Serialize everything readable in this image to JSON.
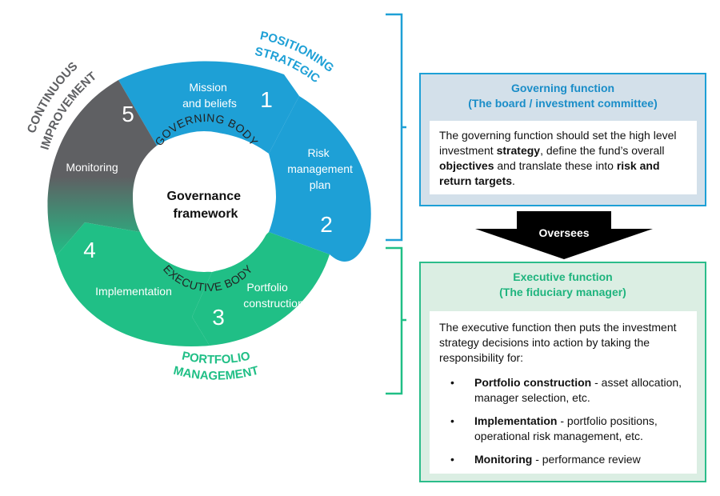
{
  "cycle": {
    "segments": [
      {
        "number": "1",
        "label_lines": [
          "Mission",
          "and beliefs"
        ],
        "color": "#1ea0d6"
      },
      {
        "number": "2",
        "label_lines": [
          "Risk",
          "management",
          "plan"
        ],
        "color": "#1ea0d6"
      },
      {
        "number": "3",
        "label_lines": [
          "Portfolio",
          "construction"
        ],
        "color": "#20bf86"
      },
      {
        "number": "4",
        "label_lines": [
          "Implementation"
        ],
        "color": "#20bf86"
      },
      {
        "number": "5",
        "label_lines": [
          "Monitoring"
        ],
        "color": "#5f6063"
      }
    ],
    "center_lines": [
      "Governance",
      "framework"
    ],
    "inner_top_label": "GOVERNING BODY",
    "inner_bottom_label": "EXECUTIVE BODY",
    "outer_labels": {
      "strategic_positioning": [
        "STRATEGIC",
        "POSITIONING"
      ],
      "portfolio_management": [
        "PORTFOLIO",
        "MANAGEMENT"
      ],
      "continuous_improvement": [
        "CONTINUOUS",
        "IMPROVEMENT"
      ]
    }
  },
  "governing": {
    "title_line1": "Governing function",
    "title_line2": "(The board / investment committee)",
    "body_part1": "The governing function should set the high level investment ",
    "body_bold1": "strategy",
    "body_part2": ", define the fund’s overall ",
    "body_bold2": "objectives",
    "body_part3": " and translate these into ",
    "body_bold3": "risk and return targets",
    "body_part4": "."
  },
  "arrow_label": "Oversees",
  "executive": {
    "title_line1": "Executive function",
    "title_line2": "(The fiduciary manager)",
    "intro": "The executive function then puts the investment strategy decisions into action by taking the responsibility for:",
    "bullet_char": "•",
    "bullets": [
      {
        "bold": "Portfolio construction",
        "rest": " - asset allocation, manager selection, etc."
      },
      {
        "bold": "Implementation",
        "rest": " - portfolio positions, operational risk management, etc."
      },
      {
        "bold": "Monitoring",
        "rest": " - performance review"
      }
    ]
  },
  "colors": {
    "blue": "#1ea0d6",
    "green": "#20bf86",
    "grey": "#5f6063",
    "gov_panel_bg": "#d3e0ea",
    "exe_panel_bg": "#dbeee3"
  }
}
